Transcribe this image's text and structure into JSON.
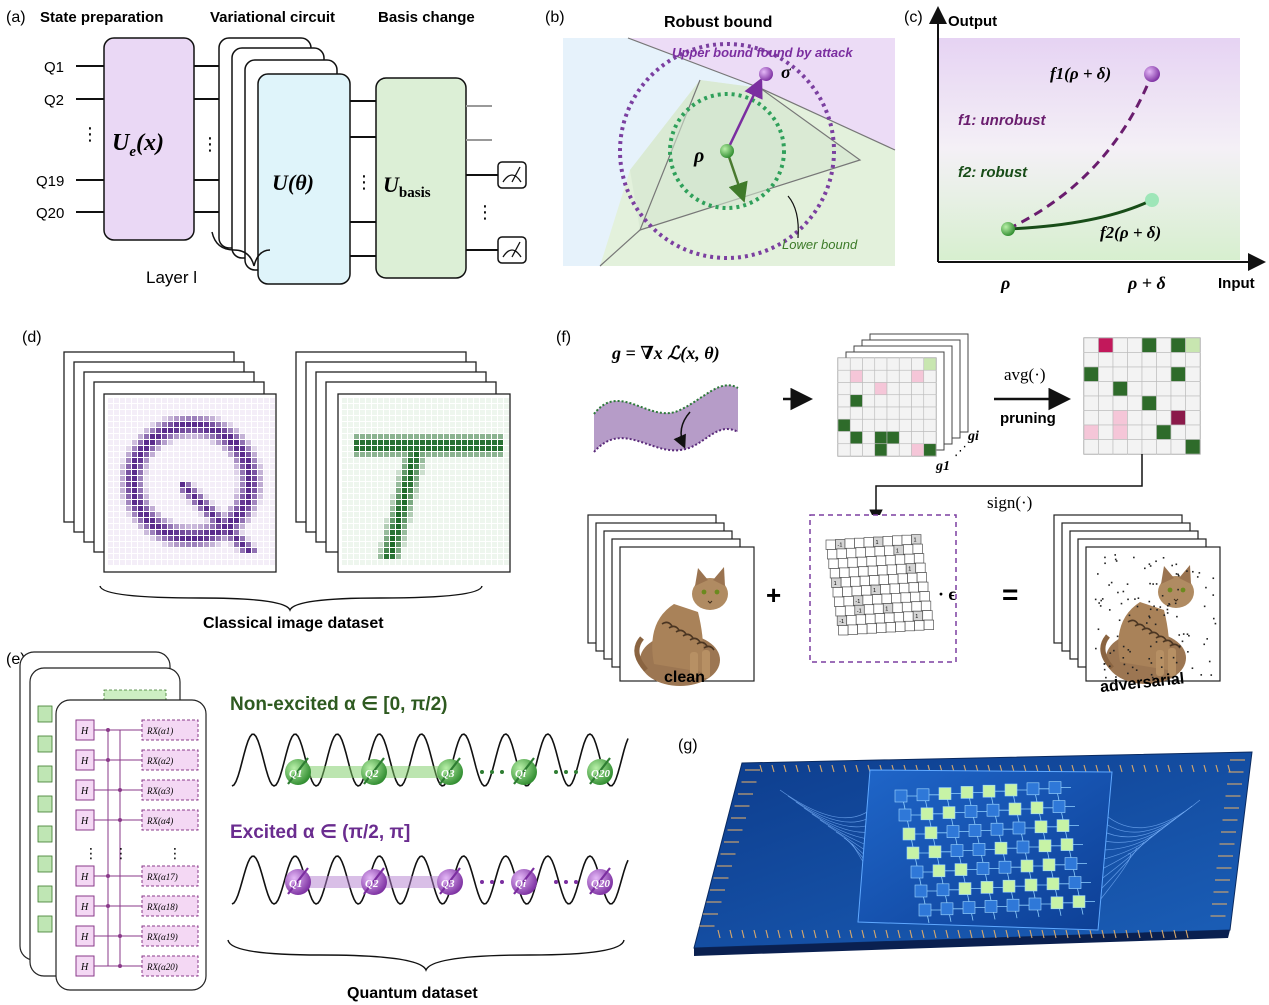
{
  "panel_a": {
    "tag": "(a)",
    "heading_state": "State preparation",
    "heading_variational": "Variational circuit",
    "heading_basis": "Basis change",
    "qubits": [
      "Q1",
      "Q2",
      "Q19",
      "Q20"
    ],
    "ue_label": "U",
    "ue_sub": "e",
    "ue_arg": "(x)",
    "utheta_label": "U(θ)",
    "ubasis_label": "U",
    "ubasis_sub": "basis",
    "layer_label": "Layer l"
  },
  "panel_b": {
    "tag": "(b)",
    "title": "Robust bound",
    "upper_label": "Upper bound found by attack",
    "lower_label": "Lower bound",
    "rho": "ρ",
    "sigma": "σ"
  },
  "panel_c": {
    "tag": "(c)",
    "y_label": "Output",
    "x_label": "Input",
    "f1_point": "f1(ρ + δ)",
    "f2_point": "f2(ρ + δ)",
    "f1_desc": "f1: unrobust",
    "f2_desc": "f2: robust",
    "x_tick_rho": "ρ",
    "x_tick_rho_delta": "ρ + δ"
  },
  "panel_d": {
    "tag": "(d)",
    "caption": "Classical image dataset"
  },
  "panel_e": {
    "tag": "(e)",
    "non_excited": "Non-excited α ∈ [0, π/2)",
    "excited": "Excited α ∈ (π/2, π]",
    "caption": "Quantum dataset",
    "gate_h": "H",
    "rx_labels": [
      "RX(α1)",
      "RX(α2)",
      "RX(α3)",
      "RX(α4)",
      "RX(α17)",
      "RX(α18)",
      "RX(α19)",
      "RX(α20)"
    ],
    "qubit_labels": [
      "Q1",
      "Q2",
      "Q3",
      "Qi",
      "Q20"
    ]
  },
  "panel_f": {
    "tag": "(f)",
    "gradient_eq": "g = ∇x ℒ(x, θ)",
    "avg_label": "avg(·)",
    "pruning_label": "pruning",
    "gi_label": "gi",
    "g1_label": "g1",
    "sign_label": "sign(·)",
    "clean_label": "clean",
    "adversarial_label": "adversarial",
    "plus": "+",
    "equals": "=",
    "epsilon": "· ϵ"
  },
  "panel_g": {
    "tag": "(g)"
  },
  "colors": {
    "purple": "#6a2c8f",
    "green": "#2e7d32",
    "lightpurple": "#ecdcf5",
    "lightgreen": "#e3f3df",
    "lightblue": "#e3f3fb"
  }
}
